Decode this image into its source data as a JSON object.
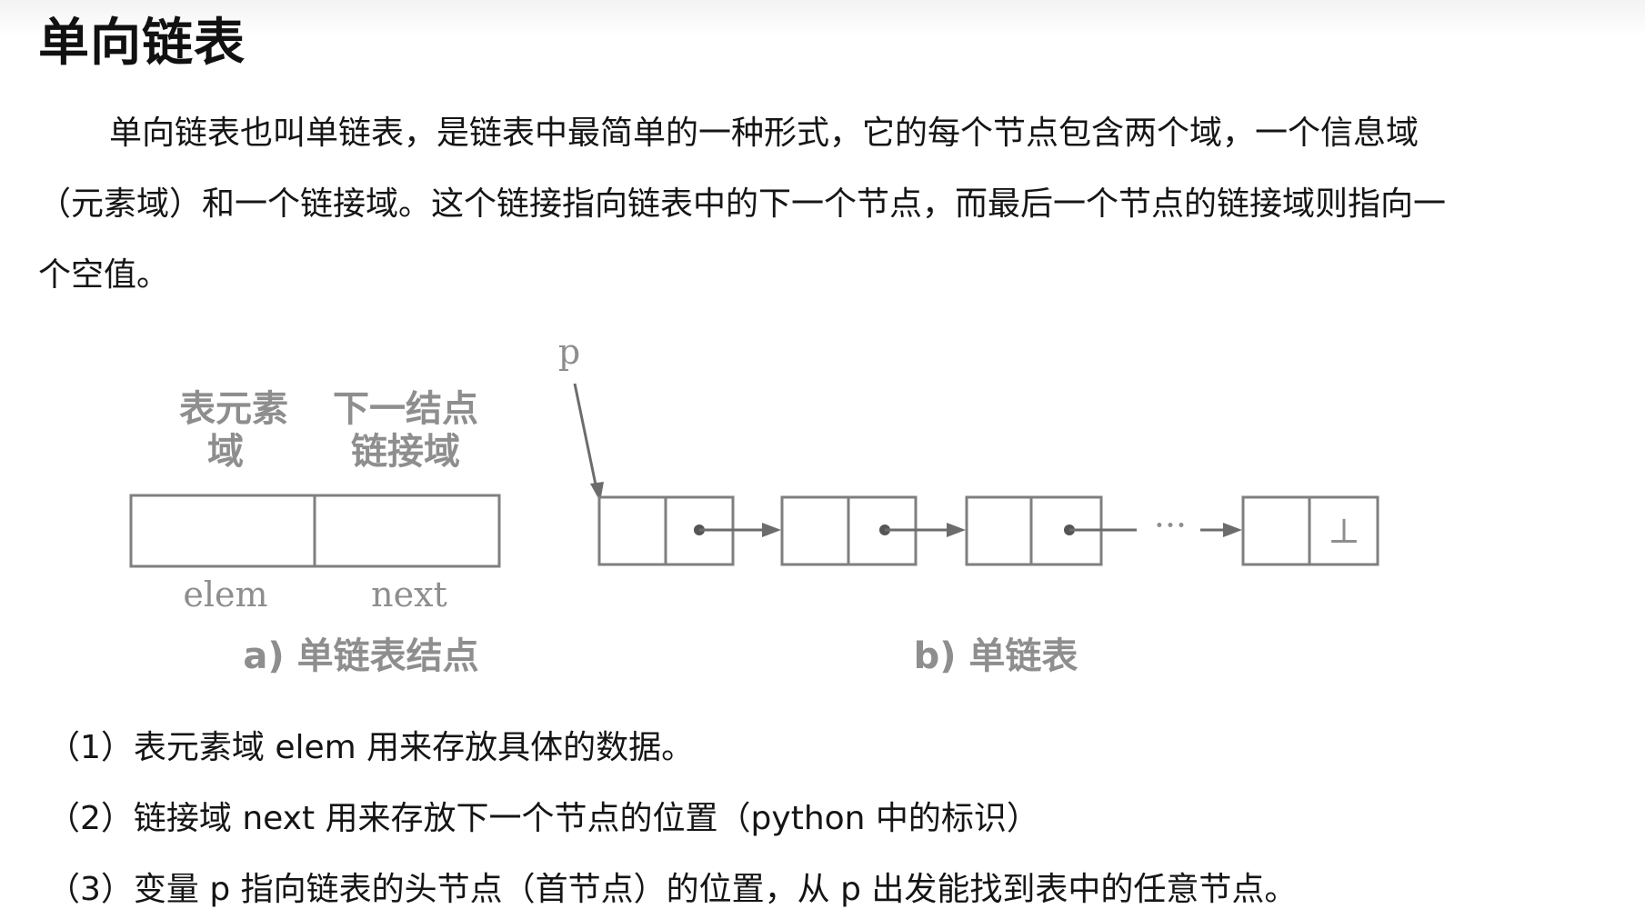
{
  "page": {
    "title": "单向链表",
    "paragraph": "单向链表也叫单链表，是链表中最简单的一种形式，它的每个节点包含两个域，一个信息域（元素域）和一个链接域。这个链接指向链表中的下一个节点，而最后一个节点的链接域则指向一个空值。"
  },
  "diagram": {
    "node": {
      "elem_header_line1": "表元素",
      "elem_header_line2": "域",
      "next_header_line1": "下一结点",
      "next_header_line2": "链接域",
      "elem_label": "elem",
      "next_label": "next",
      "caption": "a) 单链表结点"
    },
    "list": {
      "pointer_label": "p",
      "null_symbol": "⊥",
      "ellipsis": "···",
      "caption": "b) 单链表"
    }
  },
  "notes": [
    "（1）表元素域 elem 用来存放具体的数据。",
    "（2）链接域 next 用来存放下一个节点的位置（python 中的标识）",
    "（3）变量 p 指向链表的头节点（首节点）的位置，从 p 出发能找到表中的任意节点。"
  ]
}
